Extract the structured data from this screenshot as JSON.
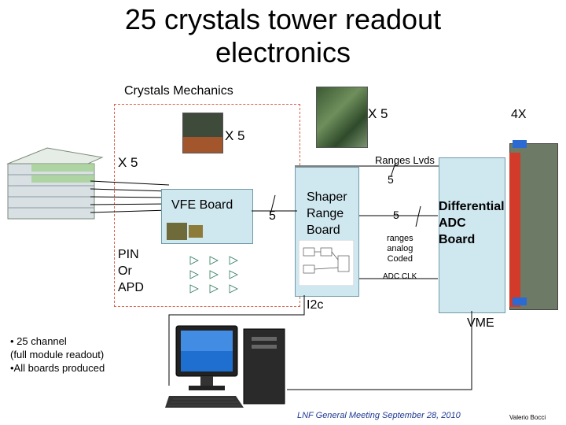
{
  "title_line1": "25 crystals tower readout",
  "title_line2": "electronics",
  "crystals_mechanics": "Crystals Mechanics",
  "x5_top": "X 5",
  "x5_mid": "X 5",
  "x5_left": "X 5",
  "four_x": "4X",
  "ranges_lvds": "Ranges Lvds",
  "five_top": "5",
  "vfe_board": "VFE Board",
  "five_left": "5",
  "shaper_board": [
    "Shaper",
    "Range",
    "Board"
  ],
  "five_mid": "5",
  "adc_board": [
    "Differential",
    "ADC",
    "Board"
  ],
  "ranges_analog": [
    "ranges",
    "analog",
    "Coded"
  ],
  "adc_clk": "ADC CLK",
  "pin_apd": [
    "PIN",
    "Or",
    "APD"
  ],
  "i2c": "I2c",
  "vme": "VME",
  "notes": [
    "• 25 channel",
    "(full module readout)",
    "•All boards produced"
  ],
  "footer": "LNF  General Meeting September 28, 2010",
  "author": "Valerio Bocci",
  "colors": {
    "box_fill": "#cfe7ef",
    "dashed": "#d9604a",
    "footer": "#1f3a93",
    "crate_red": "#d23a2a"
  }
}
